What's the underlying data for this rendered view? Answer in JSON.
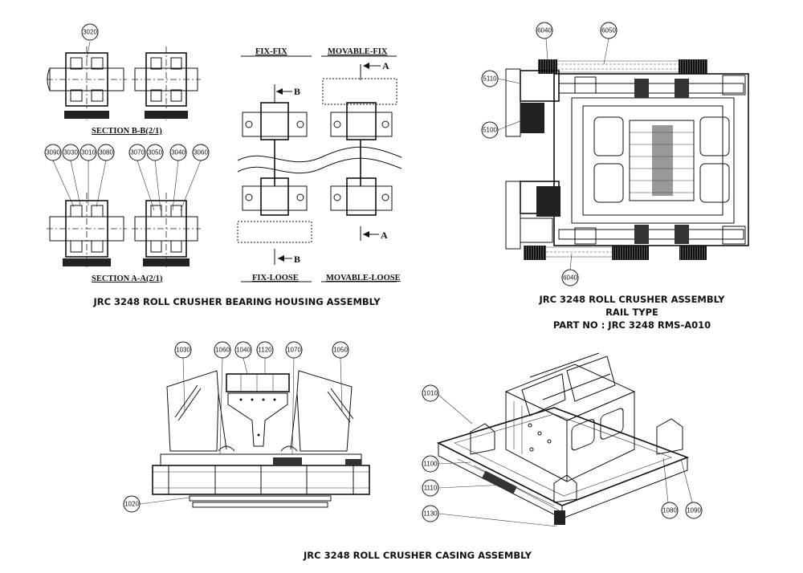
{
  "titles": {
    "bearing_housing": "JRC 3248 ROLL CRUSHER BEARING HOUSING ASSEMBLY",
    "assembly_line1": "JRC 3248 ROLL CRUSHER ASSEMBLY",
    "assembly_line2": "RAIL TYPE",
    "assembly_line3": "PART NO : JRC 3248 RMS-A010",
    "casing": "JRC 3248 ROLL CRUSHER CASING ASSEMBLY"
  },
  "section_labels": {
    "section_bb": "SECTION B-B(2/1)",
    "section_aa": "SECTION A-A(2/1)",
    "fix_fix": "FIX-FIX",
    "movable_fix": "MOVABLE-FIX",
    "fix_loose": "FIX-LOOSE",
    "movable_loose": "MOVABLE-LOOSE",
    "cut_b_top": "B",
    "cut_b_bottom": "B",
    "cut_a_top": "A",
    "cut_a_bottom": "A"
  },
  "balloons": {
    "b3020": "3020",
    "b3090": "3090",
    "b3030": "3030",
    "b3010": "3010",
    "b3080": "3080",
    "b3070": "3070",
    "b3050": "3050",
    "b3040": "3040",
    "b3060": "3060",
    "b6040_top": "6040",
    "b6050": "6050",
    "b5110": "5110",
    "b5100": "5100",
    "b6040_bottom": "6040",
    "b1030": "1030",
    "b1060": "1060",
    "b1040": "1040",
    "b1120": "1120",
    "b1070": "1070",
    "b1050": "1050",
    "b1020": "1020",
    "b1010": "1010",
    "b1100": "1100",
    "b1110": "1110",
    "b1130": "1130",
    "b1080": "1080",
    "b1090": "1090"
  }
}
